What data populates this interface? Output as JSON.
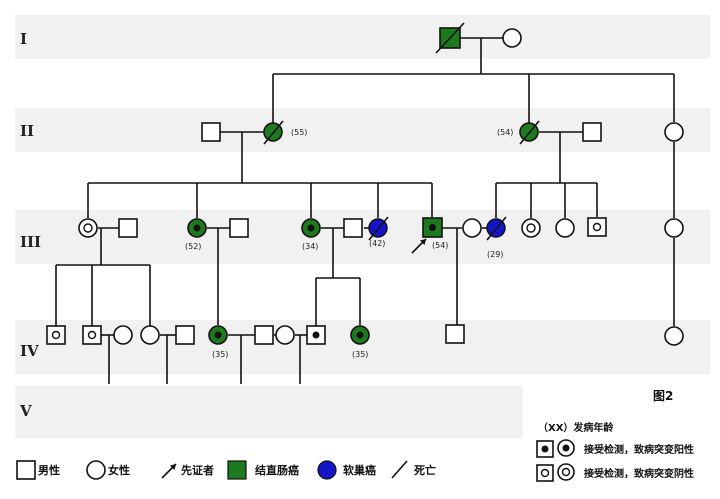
{
  "generations": [
    "I",
    "II",
    "III",
    "IV",
    "V"
  ],
  "ages": {
    "ii_left": "(55)",
    "ii_right": "(54)",
    "iii_a": "(52)",
    "iii_b": "(34)",
    "iii_c": "(42)",
    "iii_proband": "(54)",
    "iii_d": "(29)",
    "iv_a": "(35)",
    "iv_b": "(35)"
  },
  "figure_label": "图2",
  "legend": {
    "onset_age": "（XX）发病年龄",
    "positive": "接受检测，致病突变阳性",
    "negative": "接受检测，致病突变阴性",
    "male": "男性",
    "female": "女性",
    "proband": "先证者",
    "crc": "结直肠癌",
    "stsc": "软巢癌",
    "deceased": "死亡"
  },
  "colors": {
    "green": "#1e7a1e",
    "blue": "#1515c8",
    "band": "#f1f1f1"
  }
}
